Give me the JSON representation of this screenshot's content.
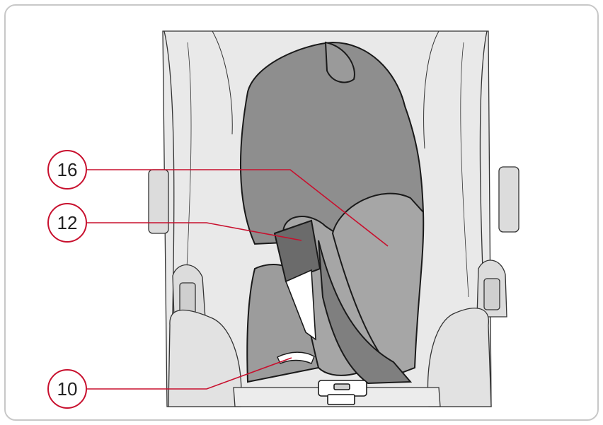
{
  "figure": {
    "callouts": [
      {
        "id": "callout-16",
        "label": "16"
      },
      {
        "id": "callout-12",
        "label": "12"
      },
      {
        "id": "callout-10",
        "label": "10"
      }
    ],
    "colors": {
      "frame_border": "#c8c8c8",
      "seat_light": "#e9e9e9",
      "child_dark": "#8e8e8e",
      "child_mid": "#a6a6a6",
      "pad_dark": "#6b6b6b",
      "leader_red": "#c8102e"
    }
  }
}
